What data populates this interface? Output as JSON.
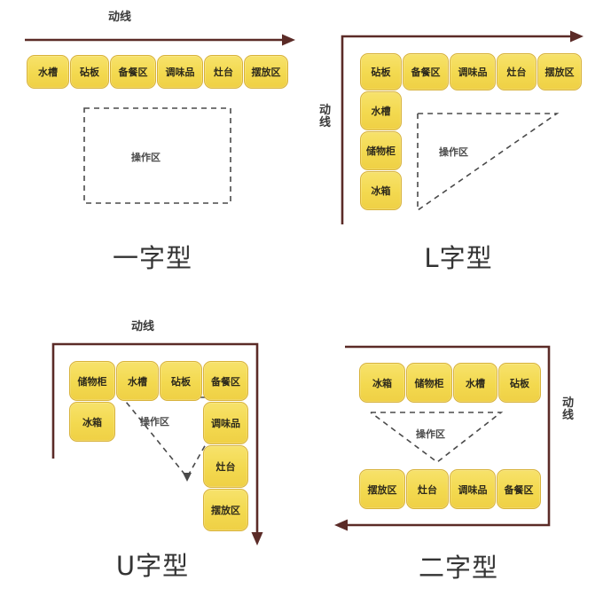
{
  "figure": {
    "flow_label": "动线",
    "work_zone_label": "操作区"
  },
  "panels": [
    {
      "id": "single-line",
      "title": "一字型",
      "flow_label": "动线",
      "work_zone_label": "操作区",
      "tiles_row": [
        "水槽",
        "砧板",
        "备餐区",
        "调味品",
        "灶台",
        "摆放区"
      ],
      "tiles_column": []
    },
    {
      "id": "l-shape",
      "title": "L字型",
      "flow_label": "动线",
      "work_zone_label": "操作区",
      "tiles_row": [
        "砧板",
        "备餐区",
        "调味品",
        "灶台",
        "摆放区"
      ],
      "tiles_column": [
        "水槽",
        "储物柜",
        "冰箱"
      ]
    },
    {
      "id": "u-shape",
      "title": "U字型",
      "flow_label": "动线",
      "work_zone_label": "操作区",
      "tiles_row": [
        "储物柜",
        "水槽",
        "砧板",
        "备餐区"
      ],
      "tiles_left_extra": [
        "冰箱"
      ],
      "tiles_column": [
        "调味品",
        "灶台",
        "摆放区"
      ]
    },
    {
      "id": "double-line",
      "title": "二字型",
      "flow_label": "动线",
      "work_zone_label": "操作区",
      "tiles_top_row": [
        "冰箱",
        "储物柜",
        "水槽",
        "砧板"
      ],
      "tiles_bottom_row": [
        "摆放区",
        "灶台",
        "调味品",
        "备餐区"
      ]
    }
  ],
  "colors": {
    "tile_fill": "#F3D94F",
    "tile_border": "#D8B23A",
    "flow_line": "#5B2B27",
    "dashed_line": "#4A4A4A",
    "title_text": "#333333",
    "background": "#FFFFFF"
  }
}
